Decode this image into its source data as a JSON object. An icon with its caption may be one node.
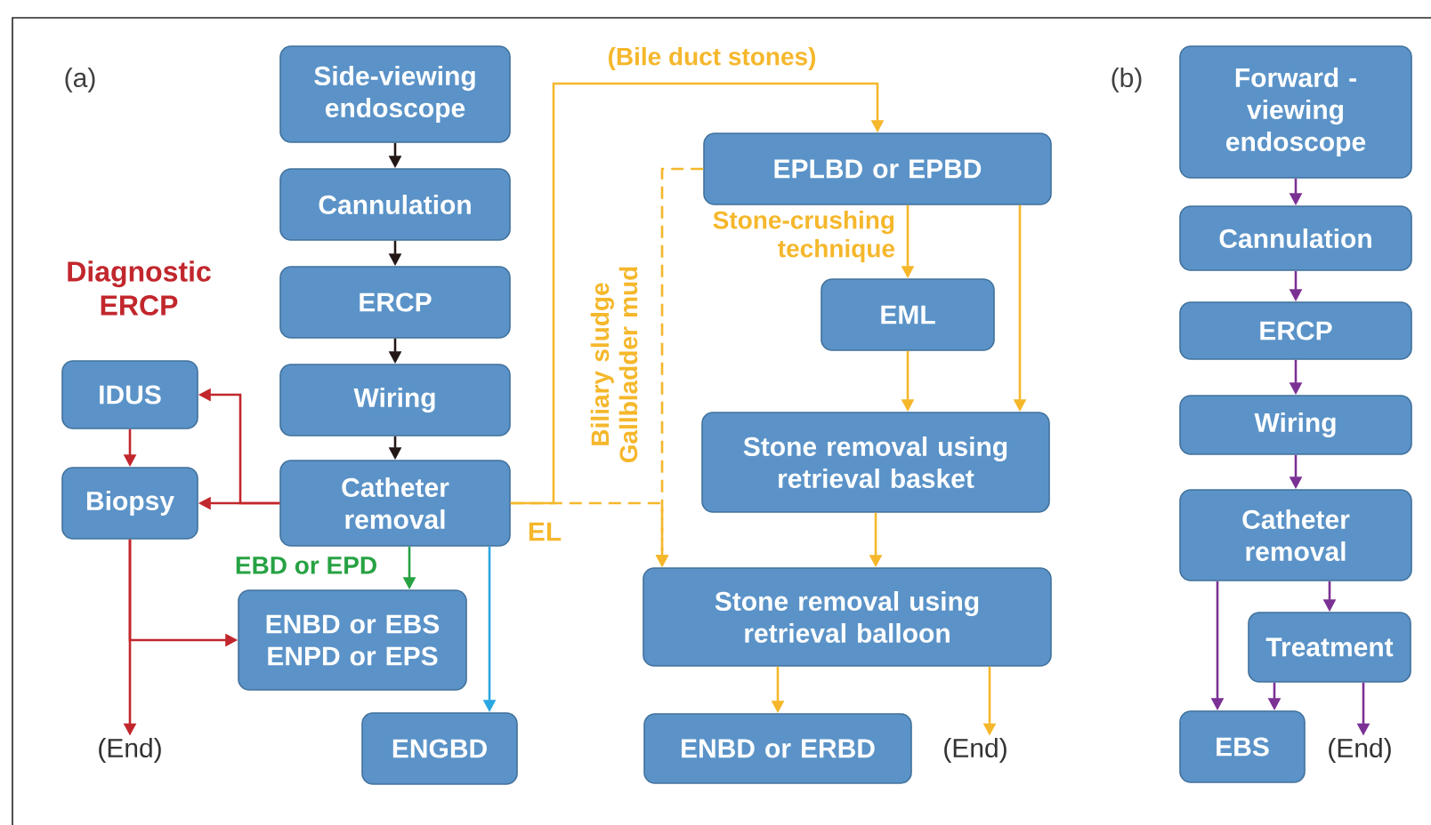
{
  "diagram": {
    "nodes": [
      {
        "text": [
          "Side-viewing endoscope"
        ]
      },
      {
        "text": [
          "Cannulation"
        ]
      },
      {
        "text": [
          "ERCP"
        ]
      },
      {
        "text": [
          "Wiring"
        ]
      },
      {
        "text": [
          "Catheter removal"
        ]
      },
      {
        "text": [
          "IDUS"
        ]
      },
      {
        "text": [
          "Biopsy"
        ]
      },
      {
        "text": [
          "ENBD or EBS ENPD or EPS"
        ]
      },
      {
        "text": [
          "ENGBD"
        ]
      },
      {
        "text": [
          "(End)"
        ]
      },
      {
        "text": [
          "EPLBD or EPBD"
        ]
      },
      {
        "text": [
          "EML"
        ]
      },
      {
        "text": [
          "Stone removal using retrieval basket"
        ]
      },
      {
        "text": [
          "Stone removal using retrieval balloon"
        ]
      },
      {
        "text": [
          "ENBD or ERBD"
        ]
      },
      {
        "text": [
          "(End)"
        ]
      },
      {
        "text": [
          "Forward -viewing endoscope"
        ]
      },
      {
        "text": [
          "Cannulation"
        ]
      },
      {
        "text": [
          "ERCP"
        ]
      },
      {
        "text": [
          "Wiring"
        ]
      },
      {
        "text": [
          "Catheter removal"
        ]
      },
      {
        "text": [
          "Treatment"
        ]
      },
      {
        "text": [
          "EBS"
        ]
      },
      {
        "text": [
          "(End)"
        ]
      }
    ],
    "edges": [
      {
        "from": 0,
        "to": 1,
        "arrow": "to",
        "color": "#231815"
      },
      {
        "from": 1,
        "to": 2,
        "arrow": "to",
        "color": "#231815"
      },
      {
        "from": 2,
        "to": 3,
        "arrow": "to",
        "color": "#231815"
      },
      {
        "from": 3,
        "to": 4,
        "arrow": "to",
        "color": "#231815"
      },
      {
        "from": 4,
        "to": 5,
        "arrow": "to",
        "color": "#c1272d"
      },
      {
        "from": 4,
        "to": 6,
        "arrow": "to",
        "color": "#c1272d"
      },
      {
        "from": 5,
        "to": 6,
        "arrow": "to",
        "color": "#c1272d"
      },
      {
        "from": 6,
        "to": 9,
        "arrow": "to",
        "color": "#c1272d"
      },
      {
        "from": 6,
        "to": 7,
        "arrow": "to",
        "color": "#c1272d"
      },
      {
        "from": 4,
        "to": 7,
        "arrow": "to",
        "label": "EBD or EPD",
        "color": "#27a243"
      },
      {
        "from": 4,
        "to": 8,
        "arrow": "to",
        "color": "#2aa7e1"
      },
      {
        "from": 4,
        "to": 10,
        "arrow": "to",
        "label": "(Bile duct stones)"
      },
      {
        "from": 4,
        "to": 13,
        "arrow": "to",
        "label": "Biliary sludge Gallbladder mud",
        "style": "dashed"
      },
      {
        "from": 10,
        "to": 13,
        "arrow": "to",
        "style": "dashed"
      },
      {
        "from": 10,
        "to": 11,
        "arrow": "to",
        "label": "Stone-crushing technique"
      },
      {
        "from": 10,
        "to": 12,
        "arrow": "to"
      },
      {
        "from": 11,
        "to": 12,
        "arrow": "to"
      },
      {
        "from": 12,
        "to": 13,
        "arrow": "to"
      },
      {
        "from": 13,
        "to": 14,
        "arrow": "to"
      },
      {
        "from": 13,
        "to": 15,
        "arrow": "to"
      },
      {
        "from": 16,
        "to": 17,
        "arrow": "to",
        "color": "#7b3294"
      },
      {
        "from": 17,
        "to": 18,
        "arrow": "to",
        "color": "#7b3294"
      },
      {
        "from": 18,
        "to": 19,
        "arrow": "to",
        "color": "#7b3294"
      },
      {
        "from": 19,
        "to": 20,
        "arrow": "to",
        "color": "#7b3294"
      },
      {
        "from": 20,
        "to": 22,
        "arrow": "to",
        "color": "#7b3294"
      },
      {
        "from": 20,
        "to": 21,
        "arrow": "to",
        "color": "#7b3294"
      },
      {
        "from": 21,
        "to": 22,
        "arrow": "to",
        "color": "#7b3294"
      },
      {
        "from": 21,
        "to": 23,
        "arrow": "to",
        "color": "#7b3294"
      }
    ],
    "labels": [
      "(a)",
      "Diagnostic ERCP",
      "EL",
      "(b)"
    ]
  }
}
